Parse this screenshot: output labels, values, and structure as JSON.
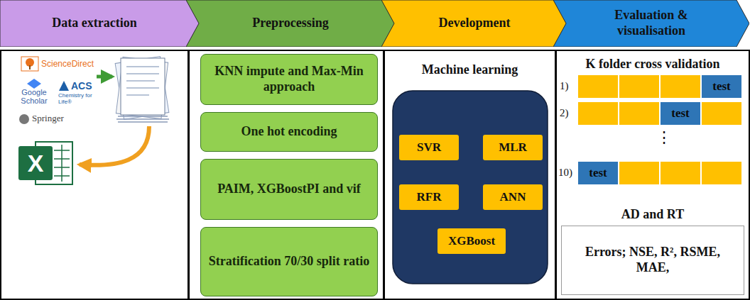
{
  "diagram": {
    "nodes": [
      {
        "text": [
          "Data extraction"
        ]
      },
      {
        "text": [
          "Preprocessing"
        ]
      },
      {
        "text": [
          "Development"
        ]
      },
      {
        "text": [
          "Evaluation & visualisation"
        ]
      },
      {
        "text": [
          "KNN impute and Max-Min approach"
        ]
      },
      {
        "text": [
          "One hot encoding"
        ]
      },
      {
        "text": [
          "PAIM, XGBoostPI and vif"
        ]
      },
      {
        "text": [
          "Stratification 70/30 split ratio"
        ]
      },
      {
        "text": [
          "Machine learning"
        ]
      },
      {
        "text": [
          "SVR"
        ],
        "in": 8
      },
      {
        "text": [
          "MLR"
        ],
        "in": 8
      },
      {
        "text": [
          "RFR"
        ],
        "in": 8
      },
      {
        "text": [
          "ANN"
        ],
        "in": 8
      },
      {
        "text": [
          "XGBoost"
        ],
        "in": 8
      },
      {
        "text": [
          "K folder cross validation",
          "AD and RT"
        ]
      },
      {
        "text": [
          "test"
        ],
        "in": 14
      },
      {
        "text": [
          "test"
        ],
        "in": 14
      },
      {
        "text": [
          "test"
        ],
        "in": 14
      },
      {
        "text": [
          "Errors; NSE, R², RSME, MAE,"
        ],
        "in": 14
      }
    ],
    "labels": [
      "ScienceDirect",
      "Google Scholar",
      "ACS",
      "Chemistry for Life®",
      "Springer",
      "1)",
      "2)",
      "⋮",
      "10)",
      "X"
    ]
  }
}
